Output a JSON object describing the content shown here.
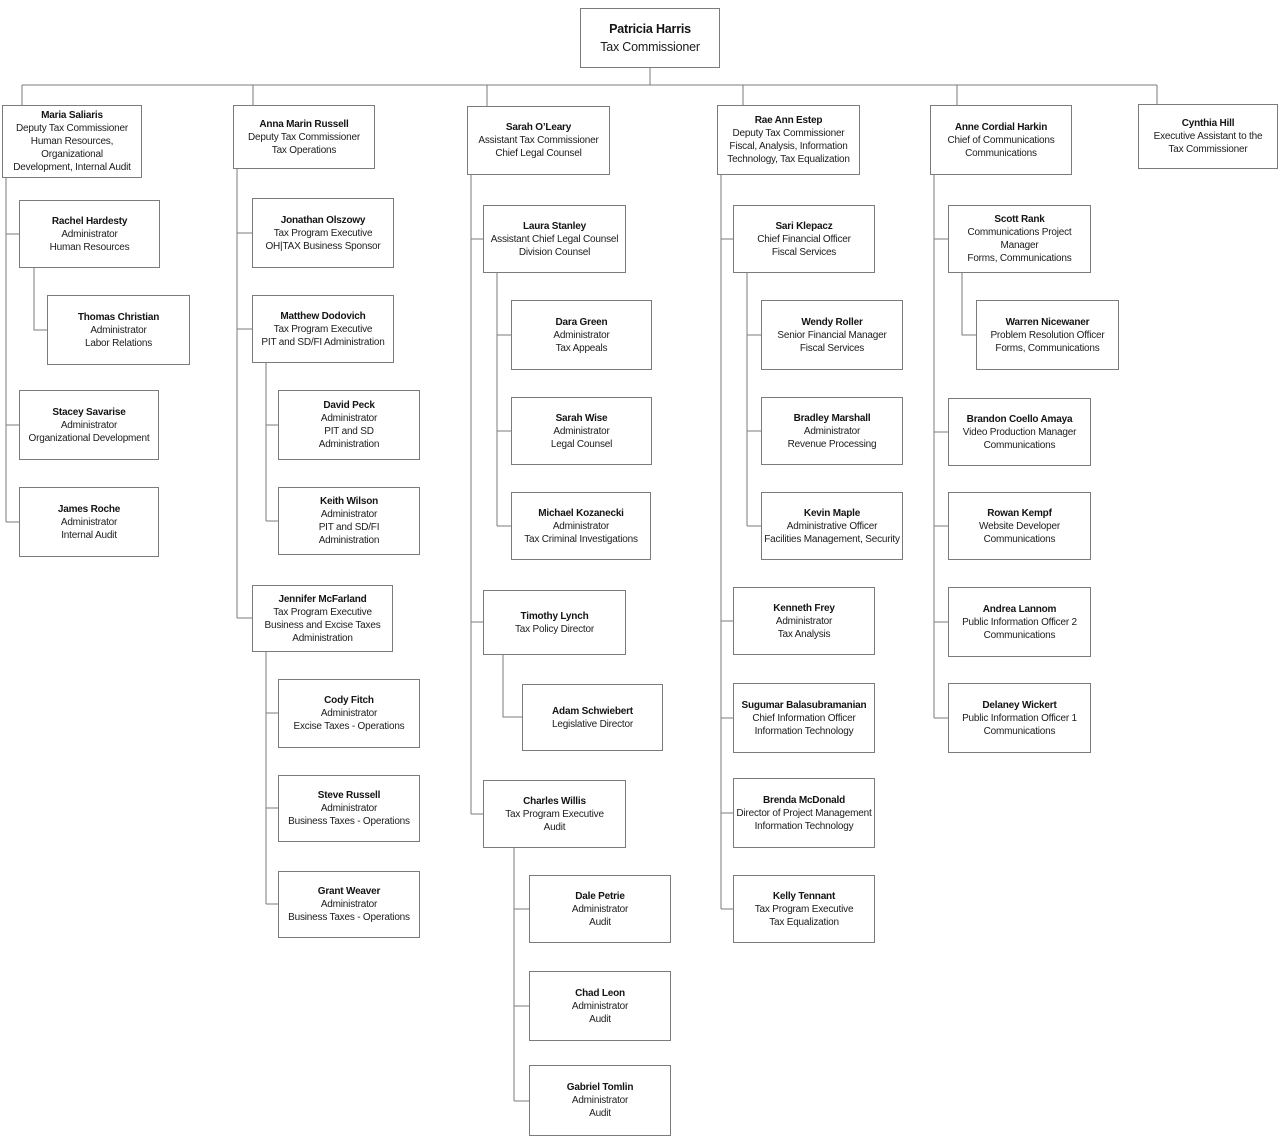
{
  "colors": {
    "box_border": "#7b7b7b",
    "connector_line": "#7b7b7b",
    "text": "#1c1c1c",
    "background": "#ffffff"
  },
  "nodes": {
    "patricia": {
      "name": "Patricia Harris",
      "sub": [
        "Tax Commissioner"
      ]
    },
    "maria": {
      "name": "Maria Saliaris",
      "sub": [
        "Deputy Tax Commissioner",
        "Human Resources, Organizational",
        "Development, Internal Audit"
      ]
    },
    "anna": {
      "name": "Anna Marin Russell",
      "sub": [
        "Deputy Tax Commissioner",
        "Tax Operations"
      ]
    },
    "sarah_oleary": {
      "name": "Sarah O’Leary",
      "sub": [
        "Assistant Tax Commissioner",
        "Chief Legal Counsel"
      ]
    },
    "rae": {
      "name": "Rae Ann Estep",
      "sub": [
        "Deputy Tax Commissioner",
        "Fiscal, Analysis, Information",
        "Technology, Tax Equalization"
      ]
    },
    "anne": {
      "name": "Anne Cordial Harkin",
      "sub": [
        "Chief of Communications",
        "Communications"
      ]
    },
    "cynthia": {
      "name": "Cynthia Hill",
      "sub": [
        "Executive Assistant to the",
        "Tax Commissioner"
      ]
    },
    "rachel": {
      "name": "Rachel Hardesty",
      "sub": [
        "Administrator",
        "Human Resources"
      ]
    },
    "thomas": {
      "name": "Thomas Christian",
      "sub": [
        "Administrator",
        "Labor Relations"
      ]
    },
    "stacey": {
      "name": "Stacey Savarise",
      "sub": [
        "Administrator",
        "Organizational Development"
      ]
    },
    "james": {
      "name": "James Roche",
      "sub": [
        "Administrator",
        "Internal Audit"
      ]
    },
    "jonathan": {
      "name": "Jonathan Olszowy",
      "sub": [
        "Tax Program Executive",
        "OH|TAX Business Sponsor"
      ]
    },
    "matthew": {
      "name": "Matthew Dodovich",
      "sub": [
        "Tax Program Executive",
        "PIT and SD/FI Administration"
      ]
    },
    "david": {
      "name": "David Peck",
      "sub": [
        "Administrator",
        "PIT and SD",
        "Administration"
      ]
    },
    "keith": {
      "name": "Keith Wilson",
      "sub": [
        "Administrator",
        "PIT and SD/FI",
        "Administration"
      ]
    },
    "jennifer": {
      "name": "Jennifer McFarland",
      "sub": [
        "Tax Program Executive",
        "Business and Excise Taxes",
        "Administration"
      ]
    },
    "cody": {
      "name": "Cody Fitch",
      "sub": [
        "Administrator",
        "Excise Taxes - Operations"
      ]
    },
    "steve": {
      "name": "Steve Russell",
      "sub": [
        "Administrator",
        "Business Taxes - Operations"
      ]
    },
    "grant": {
      "name": "Grant Weaver",
      "sub": [
        "Administrator",
        "Business Taxes - Operations"
      ]
    },
    "laura": {
      "name": "Laura Stanley",
      "sub": [
        "Assistant Chief Legal Counsel",
        "Division Counsel"
      ]
    },
    "dara": {
      "name": "Dara Green",
      "sub": [
        "Administrator",
        "Tax Appeals"
      ]
    },
    "sarah_wise": {
      "name": "Sarah Wise",
      "sub": [
        "Administrator",
        "Legal Counsel"
      ]
    },
    "michael": {
      "name": "Michael Kozanecki",
      "sub": [
        "Administrator",
        "Tax Criminal Investigations"
      ]
    },
    "timothy": {
      "name": "Timothy Lynch",
      "sub": [
        "Tax Policy Director"
      ]
    },
    "adam": {
      "name": "Adam Schwiebert",
      "sub": [
        "Legislative Director"
      ]
    },
    "charles": {
      "name": "Charles Willis",
      "sub": [
        "Tax Program Executive",
        "Audit"
      ]
    },
    "dale": {
      "name": "Dale Petrie",
      "sub": [
        "Administrator",
        "Audit"
      ]
    },
    "chad": {
      "name": "Chad Leon",
      "sub": [
        "Administrator",
        "Audit"
      ]
    },
    "gabriel": {
      "name": "Gabriel Tomlin",
      "sub": [
        "Administrator",
        "Audit"
      ]
    },
    "sari": {
      "name": "Sari Klepacz",
      "sub": [
        "Chief Financial Officer",
        "Fiscal Services"
      ]
    },
    "wendy": {
      "name": "Wendy Roller",
      "sub": [
        "Senior Financial Manager",
        "Fiscal Services"
      ]
    },
    "bradley": {
      "name": "Bradley Marshall",
      "sub": [
        "Administrator",
        "Revenue Processing"
      ]
    },
    "kevin": {
      "name": "Kevin Maple",
      "sub": [
        "Administrative Officer",
        "Facilities Management, Security"
      ]
    },
    "kenneth": {
      "name": "Kenneth Frey",
      "sub": [
        "Administrator",
        "Tax Analysis"
      ]
    },
    "sugumar": {
      "name": "Sugumar Balasubramanian",
      "sub": [
        "Chief Information Officer",
        "Information Technology"
      ]
    },
    "brenda": {
      "name": "Brenda McDonald",
      "sub": [
        "Director of Project Management",
        "Information Technology"
      ]
    },
    "kelly": {
      "name": "Kelly Tennant",
      "sub": [
        "Tax Program Executive",
        "Tax Equalization"
      ]
    },
    "scott": {
      "name": "Scott Rank",
      "sub": [
        "Communications Project Manager",
        "Forms, Communications"
      ]
    },
    "warren": {
      "name": "Warren Nicewaner",
      "sub": [
        "Problem Resolution Officer",
        "Forms, Communications"
      ]
    },
    "brandon": {
      "name": "Brandon Coello Amaya",
      "sub": [
        "Video Production Manager",
        "Communications"
      ]
    },
    "rowan": {
      "name": "Rowan Kempf",
      "sub": [
        "Website Developer",
        "Communications"
      ]
    },
    "andrea": {
      "name": "Andrea Lannom",
      "sub": [
        "Public Information Officer 2",
        "Communications"
      ]
    },
    "delaney": {
      "name": "Delaney Wickert",
      "sub": [
        "Public Information Officer 1",
        "Communications"
      ]
    }
  },
  "edges": [
    [
      "patricia",
      "maria"
    ],
    [
      "patricia",
      "anna"
    ],
    [
      "patricia",
      "sarah_oleary"
    ],
    [
      "patricia",
      "rae"
    ],
    [
      "patricia",
      "anne"
    ],
    [
      "patricia",
      "cynthia"
    ],
    [
      "maria",
      "rachel"
    ],
    [
      "maria",
      "stacey"
    ],
    [
      "maria",
      "james"
    ],
    [
      "rachel",
      "thomas"
    ],
    [
      "anna",
      "jonathan"
    ],
    [
      "anna",
      "matthew"
    ],
    [
      "anna",
      "jennifer"
    ],
    [
      "matthew",
      "david"
    ],
    [
      "matthew",
      "keith"
    ],
    [
      "jennifer",
      "cody"
    ],
    [
      "jennifer",
      "steve"
    ],
    [
      "jennifer",
      "grant"
    ],
    [
      "sarah_oleary",
      "laura"
    ],
    [
      "sarah_oleary",
      "timothy"
    ],
    [
      "sarah_oleary",
      "charles"
    ],
    [
      "laura",
      "dara"
    ],
    [
      "laura",
      "sarah_wise"
    ],
    [
      "laura",
      "michael"
    ],
    [
      "timothy",
      "adam"
    ],
    [
      "charles",
      "dale"
    ],
    [
      "charles",
      "chad"
    ],
    [
      "charles",
      "gabriel"
    ],
    [
      "rae",
      "sari"
    ],
    [
      "rae",
      "kenneth"
    ],
    [
      "rae",
      "sugumar"
    ],
    [
      "rae",
      "brenda"
    ],
    [
      "rae",
      "kelly"
    ],
    [
      "sari",
      "wendy"
    ],
    [
      "sari",
      "bradley"
    ],
    [
      "sari",
      "kevin"
    ],
    [
      "anne",
      "scott"
    ],
    [
      "anne",
      "brandon"
    ],
    [
      "anne",
      "rowan"
    ],
    [
      "anne",
      "andrea"
    ],
    [
      "anne",
      "delaney"
    ],
    [
      "scott",
      "warren"
    ]
  ]
}
